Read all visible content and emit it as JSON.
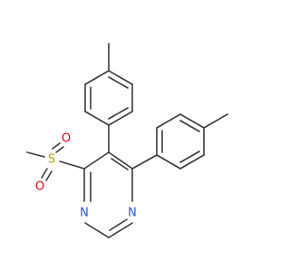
{
  "atoms": {
    "sulfur": {
      "symbol": "S",
      "color": "#b8a400"
    },
    "oxygen_top": {
      "symbol": "O",
      "color": "#e8000b"
    },
    "oxygen_bottom": {
      "symbol": "O",
      "color": "#e8000b"
    },
    "nitrogen_left": {
      "symbol": "N",
      "color": "#3050f8"
    },
    "nitrogen_right": {
      "symbol": "N",
      "color": "#3050f8"
    }
  },
  "colors": {
    "bond": "#3a3a3a",
    "background": "#ffffff"
  }
}
